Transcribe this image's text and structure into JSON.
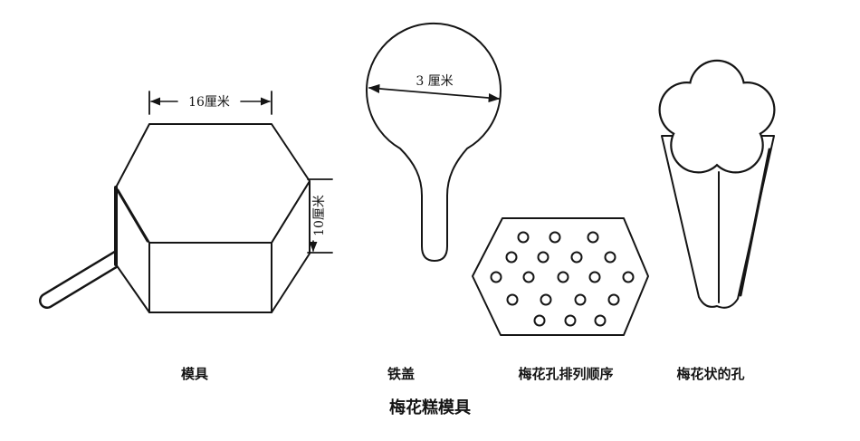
{
  "title": "梅花糕模具",
  "labels": {
    "mold": "模具",
    "lid": "铁盖",
    "hole_arrangement": "梅花孔排列顺序",
    "plum_hole": "梅花状的孔"
  },
  "dimensions": {
    "mold_width": "16厘米",
    "mold_height": "10厘米",
    "lid_diameter": "3 厘米"
  }
}
